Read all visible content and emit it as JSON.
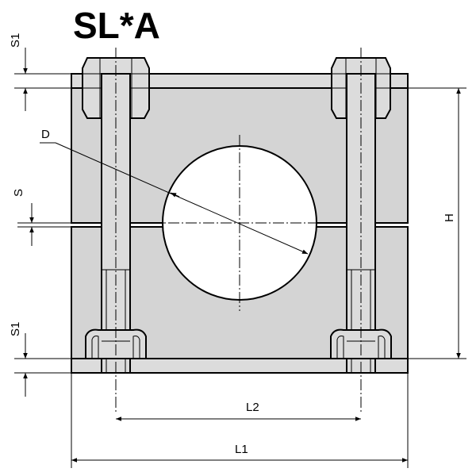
{
  "drawing": {
    "title": "SL*A",
    "labels": {
      "s1_top": "S1",
      "s": "S",
      "s1_bottom": "S1",
      "d": "D",
      "h": "H",
      "l2": "L2",
      "l1": "L1"
    },
    "colors": {
      "body_fill": "#d4d4d4",
      "plate_fill": "#dcdcdc",
      "line": "#000000",
      "background": "#ffffff"
    }
  }
}
